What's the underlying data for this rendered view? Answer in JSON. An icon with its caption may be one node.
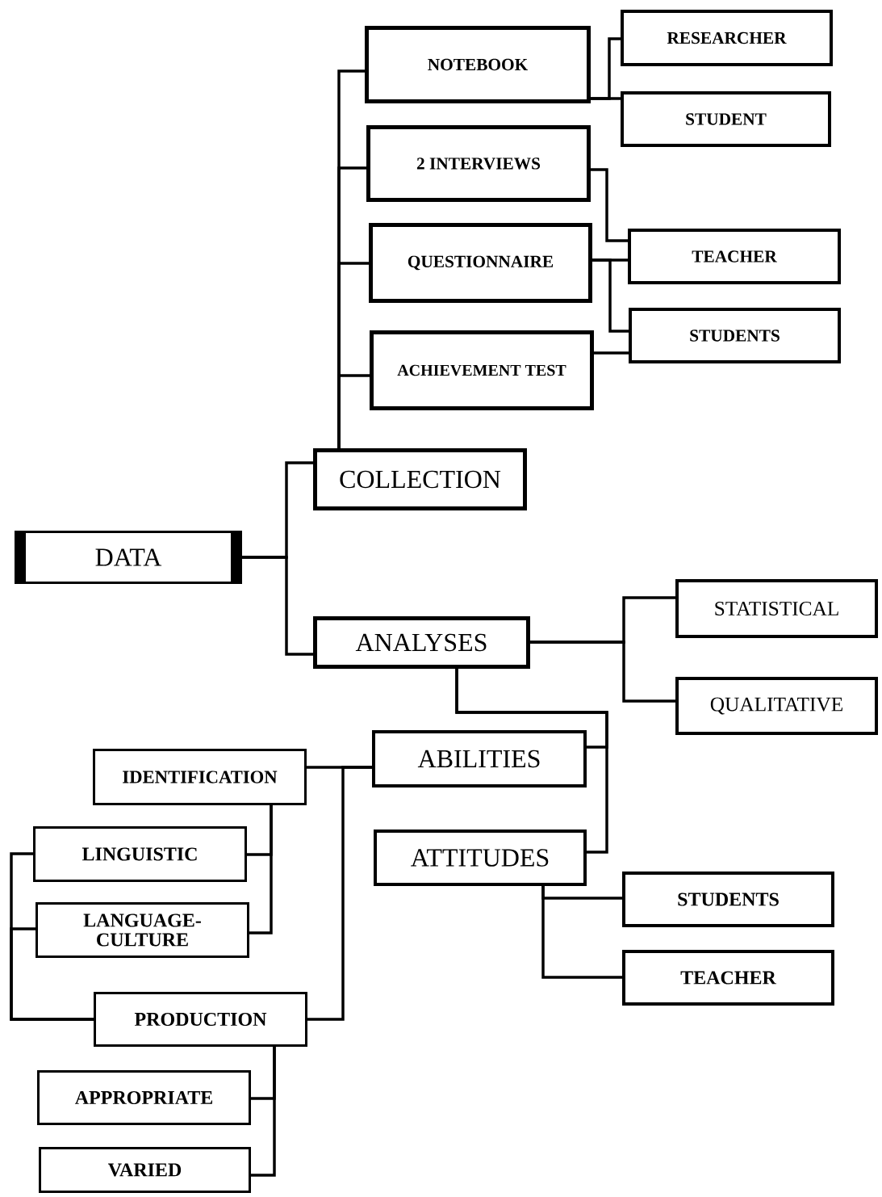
{
  "diagram": {
    "nodes": [
      {
        "text": [
          "DATA"
        ]
      },
      {
        "text": [
          "COLLECTION"
        ]
      },
      {
        "text": [
          "ANALYSES"
        ]
      },
      {
        "text": [
          "NOTEBOOK"
        ]
      },
      {
        "text": [
          "2 INTERVIEWS"
        ]
      },
      {
        "text": [
          "QUESTIONNAIRE"
        ]
      },
      {
        "text": [
          "ACHIEVEMENT TEST"
        ]
      },
      {
        "text": [
          "RESEARCHER"
        ]
      },
      {
        "text": [
          "STUDENT"
        ]
      },
      {
        "text": [
          "TEACHER"
        ]
      },
      {
        "text": [
          "STUDENTS"
        ]
      },
      {
        "text": [
          "STATISTICAL"
        ]
      },
      {
        "text": [
          "QUALITATIVE"
        ]
      },
      {
        "text": [
          "ABILITIES"
        ]
      },
      {
        "text": [
          "ATTITUDES"
        ]
      },
      {
        "text": [
          "STUDENTS"
        ]
      },
      {
        "text": [
          "TEACHER"
        ]
      },
      {
        "text": [
          "IDENTIFICATION"
        ]
      },
      {
        "text": [
          "LINGUISTIC"
        ]
      },
      {
        "text": [
          "LANGUAGE- CULTURE"
        ]
      },
      {
        "text": [
          "PRODUCTION"
        ]
      },
      {
        "text": [
          "APPROPRIATE"
        ]
      },
      {
        "text": [
          "VARIED"
        ]
      }
    ],
    "edges": [
      {
        "from": 0,
        "to": 1,
        "arrow": "none"
      },
      {
        "from": 0,
        "to": 2,
        "arrow": "none"
      },
      {
        "from": 1,
        "to": 3,
        "arrow": "none"
      },
      {
        "from": 1,
        "to": 4,
        "arrow": "none"
      },
      {
        "from": 1,
        "to": 5,
        "arrow": "none"
      },
      {
        "from": 1,
        "to": 6,
        "arrow": "none"
      },
      {
        "from": 3,
        "to": 7,
        "arrow": "none"
      },
      {
        "from": 3,
        "to": 8,
        "arrow": "none"
      },
      {
        "from": 4,
        "to": 9,
        "arrow": "none"
      },
      {
        "from": 5,
        "to": 9,
        "arrow": "none"
      },
      {
        "from": 5,
        "to": 10,
        "arrow": "none"
      },
      {
        "from": 6,
        "to": 10,
        "arrow": "none"
      },
      {
        "from": 2,
        "to": 11,
        "arrow": "none"
      },
      {
        "from": 2,
        "to": 12,
        "arrow": "none"
      },
      {
        "from": 2,
        "to": 13,
        "arrow": "none"
      },
      {
        "from": 2,
        "to": 14,
        "arrow": "none"
      },
      {
        "from": 13,
        "to": 17,
        "arrow": "none"
      },
      {
        "from": 13,
        "to": 20,
        "arrow": "none"
      },
      {
        "from": 17,
        "to": 18,
        "arrow": "none"
      },
      {
        "from": 17,
        "to": 19,
        "arrow": "none"
      },
      {
        "from": 20,
        "to": 18,
        "arrow": "none"
      },
      {
        "from": 20,
        "to": 19,
        "arrow": "none"
      },
      {
        "from": 20,
        "to": 21,
        "arrow": "none"
      },
      {
        "from": 20,
        "to": 22,
        "arrow": "none"
      },
      {
        "from": 14,
        "to": 15,
        "arrow": "none"
      },
      {
        "from": 14,
        "to": 16,
        "arrow": "none"
      }
    ]
  }
}
